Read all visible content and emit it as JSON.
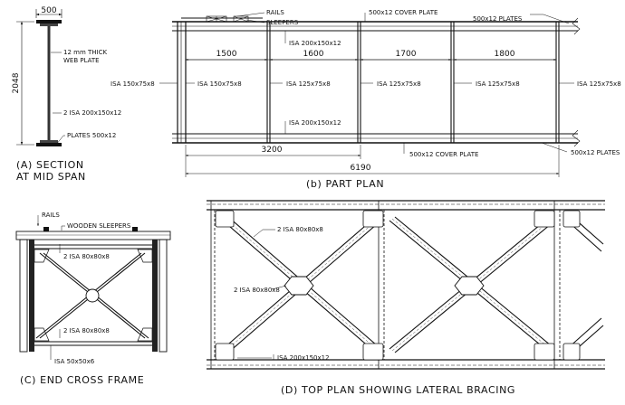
{
  "colors": {
    "ink": "#111111",
    "background": "#ffffff"
  },
  "section": {
    "caption_line1": "(A) SECTION",
    "caption_line2": "AT MID SPAN",
    "dim_width": "500",
    "dim_height": "2048",
    "web_plate_line1": "12 mm THICK",
    "web_plate_line2": "WEB PLATE",
    "angle_label": "2 ISA 200x150x12",
    "plates_label": "PLATES 500x12"
  },
  "part_plan": {
    "caption": "(b) PART PLAN",
    "rails": "RAILS",
    "sleepers": "SLEEPERS",
    "cover_plate_top": "500x12 COVER PLATE",
    "plates_top": "500x12 PLATES",
    "isa_top": "ISA 200x150x12",
    "isa_bottom": "ISA 200x150x12",
    "panels": [
      "1500",
      "1600",
      "1700",
      "1800"
    ],
    "verticals": [
      "ISA 150x75x8",
      "ISA 150x75x8",
      "ISA 125x75x8",
      "ISA 125x75x8",
      "ISA 125x75x8",
      "ISA 125x75x8"
    ],
    "dim_3200": "3200",
    "dim_6190": "6190",
    "cover_plate_bottom": "500x12 COVER PLATE",
    "plates_bottom": "500x12 PLATES"
  },
  "end_frame": {
    "caption": "(C) END CROSS FRAME",
    "rails": "RAILS",
    "sleepers": "WOODEN SLEEPERS",
    "isa_upper": "2 ISA 80x80x8",
    "isa_lower": "2 ISA 80x80x8",
    "isa_bottom": "ISA 50x50x6"
  },
  "top_plan": {
    "caption": "(D) TOP PLAN SHOWING LATERAL BRACING",
    "isa_upper": "2 ISA 80x80x8",
    "isa_middle": "2 ISA 80x80x8",
    "isa_chord": "ISA 200x150x12"
  }
}
